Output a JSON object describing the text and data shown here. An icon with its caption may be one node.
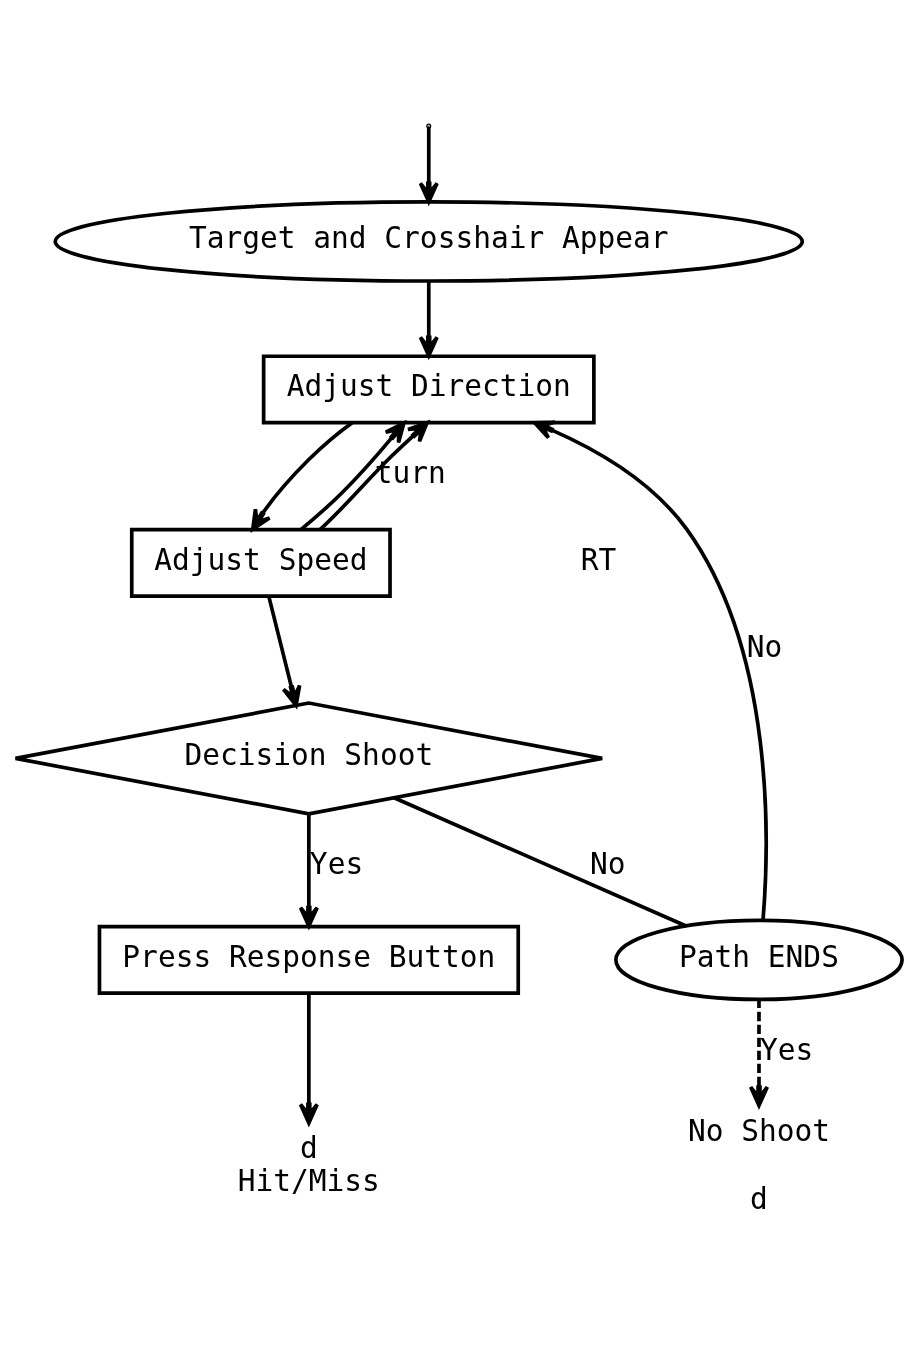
{
  "diagram": {
    "nodes": [
      {
        "text": [
          "Target and Crosshair Appear"
        ]
      },
      {
        "text": [
          "Adjust Direction"
        ]
      },
      {
        "text": [
          "Adjust Speed"
        ]
      },
      {
        "text": [
          "Decision Shoot"
        ]
      },
      {
        "text": [
          "Path ENDS"
        ]
      },
      {
        "text": [
          "No Shoot"
        ],
        "beside": [
          "d"
        ]
      },
      {
        "text": [
          "Press Response Button"
        ]
      },
      {
        "text": [
          "d",
          "Hit/Miss"
        ]
      }
    ],
    "edges": [
      {
        "from": null,
        "to": 0,
        "arrow": "to"
      },
      {
        "from": 0,
        "to": 1,
        "arrow": "to"
      },
      {
        "from": 4,
        "to": 1,
        "arrow": "to",
        "label": "No"
      },
      {
        "from": 2,
        "to": 1,
        "arrow": "to",
        "label": "turn"
      },
      {
        "from": 1,
        "to": 2,
        "arrow": "to"
      },
      {
        "from": 2,
        "to": 1,
        "arrow": "to"
      },
      {
        "from": 2,
        "to": 3,
        "arrow": "to"
      },
      {
        "from": 3,
        "to": 4,
        "arrow": "none",
        "label": "No"
      },
      {
        "from": 4,
        "to": 5,
        "arrow": "to",
        "label": "Yes",
        "style": "dashed"
      },
      {
        "from": 3,
        "to": 6,
        "arrow": "to",
        "label": "Yes"
      },
      {
        "from": 6,
        "to": 7,
        "arrow": "to"
      }
    ],
    "labels": [
      "RT"
    ]
  }
}
